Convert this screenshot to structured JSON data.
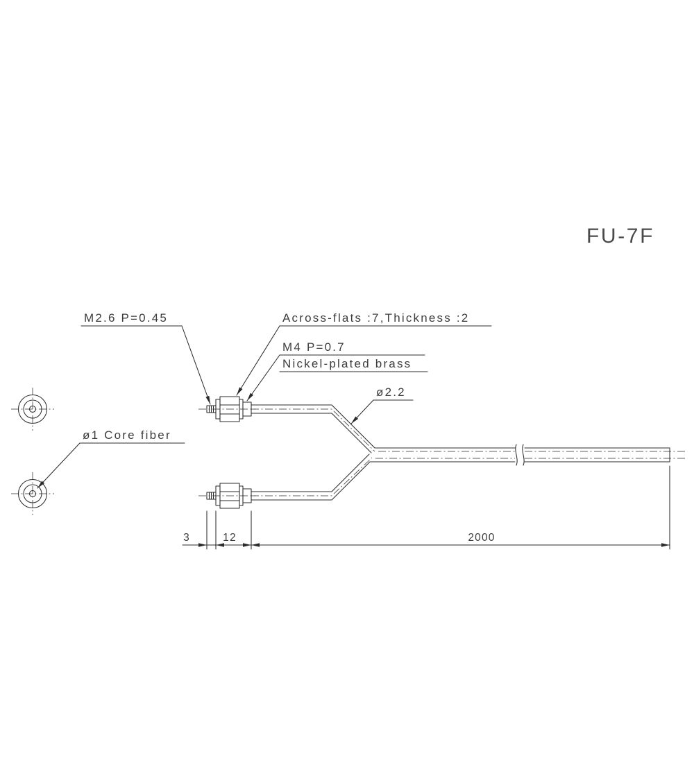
{
  "drawing": {
    "title": "FU-7F",
    "labels": {
      "thread_tip": "M2.6 P=0.45",
      "across_flats": "Across-flats :7,Thickness :2",
      "thread_body": "M4 P=0.7",
      "material": "Nickel-plated brass",
      "cable_diameter": "ø2.2",
      "core_fiber": "ø1 Core fiber"
    },
    "dimensions": {
      "tip_length": "3",
      "body_length": "12",
      "cable_length": "2000"
    },
    "colors": {
      "line": "#2b2b2b",
      "text": "#3d3d3d",
      "background": "#ffffff"
    }
  }
}
